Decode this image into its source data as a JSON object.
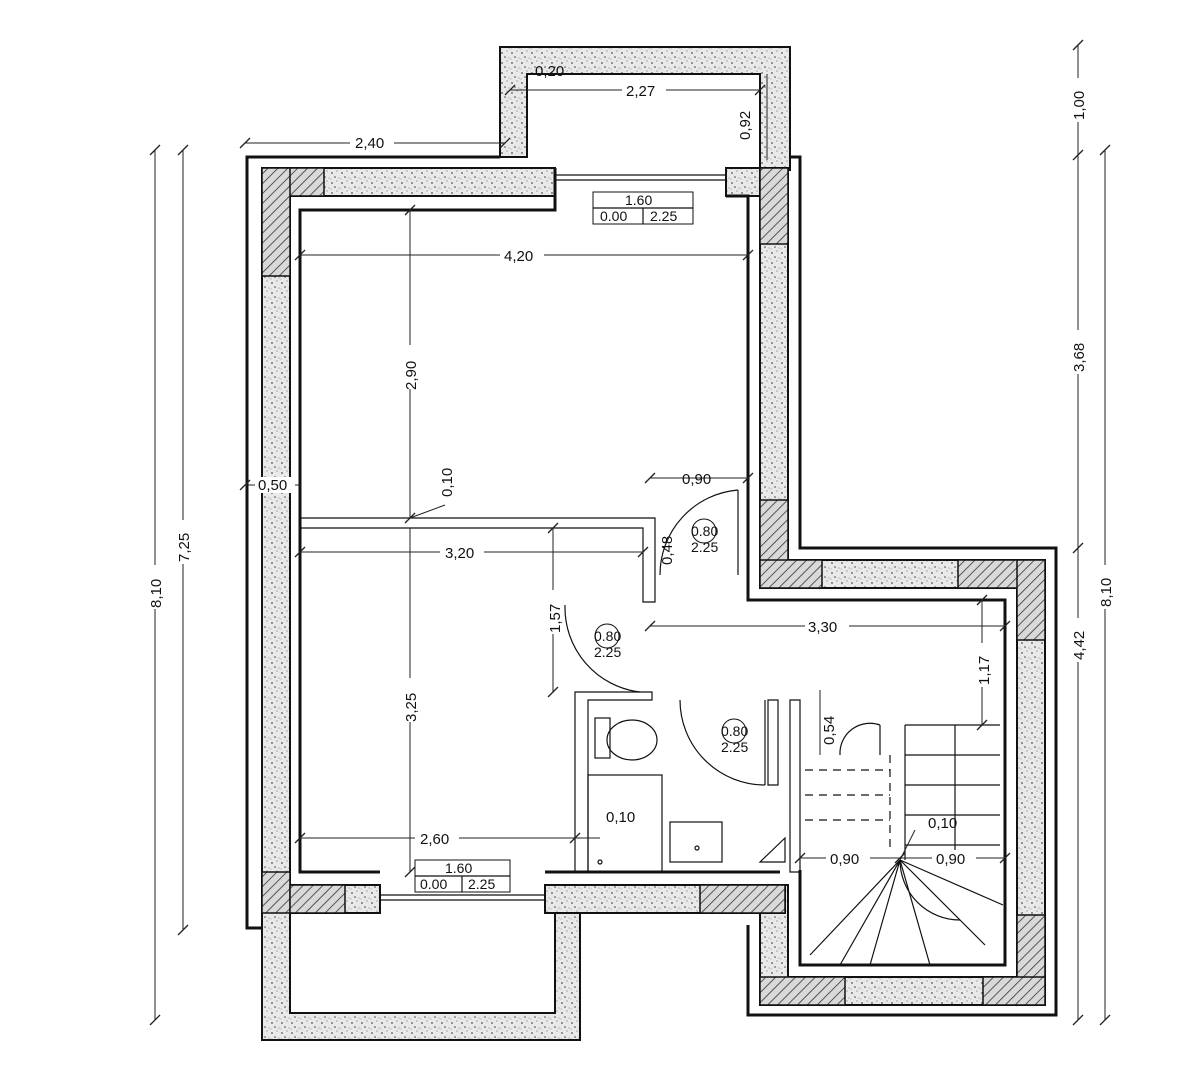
{
  "dimensions": {
    "top_niche_width": "2,27",
    "top_niche_depth": "0,92",
    "top_niche_wall": "0,20",
    "top_left_offset": "2,40",
    "top_room_width": "4,20",
    "top_room_height": "2,90",
    "partition_thickness": "0,10",
    "left_wall_thickness": "0,50",
    "door_top_width": "0,90",
    "door_top_offset": "0,48",
    "bottom_room_width": "3,20",
    "hall_offset": "1,57",
    "hall_width": "3,30",
    "hall_height_right": "1,17",
    "bottom_room_height": "3,25",
    "bottom_room_inner_width": "2,60",
    "bath_wall": "0,10",
    "stair_wall": "0,10",
    "stair_left": "0,90",
    "stair_right": "0,90",
    "stair_door": "0,54",
    "left_total": "8,10",
    "left_inner": "7,25",
    "right_top": "1,00",
    "right_mid": "3,68",
    "right_low": "4,42",
    "right_total": "8,10"
  },
  "openings": {
    "window_top": {
      "width": "1.60",
      "sill": "0.00",
      "head": "2.25"
    },
    "window_bottom": {
      "width": "1.60",
      "sill": "0.00",
      "head": "2.25"
    },
    "door_bedroom_top": {
      "width": "0.80",
      "head": "2.25"
    },
    "door_bedroom_bottom": {
      "width": "0.80",
      "head": "2.25"
    },
    "door_bath": {
      "width": "0.80",
      "head": "2.25"
    }
  }
}
